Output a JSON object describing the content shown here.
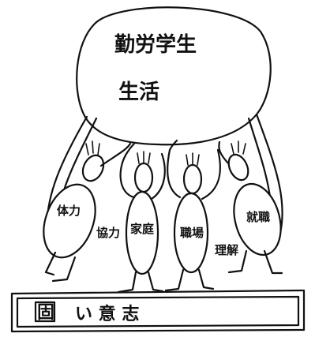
{
  "balloon": {
    "line1": "勤労学生",
    "line2": "生活"
  },
  "figures": [
    {
      "label": "体力"
    },
    {
      "label": "家庭"
    },
    {
      "label": "職場"
    },
    {
      "label": "就職"
    }
  ],
  "between": [
    {
      "label": "協力"
    },
    {
      "label": "理解"
    }
  ],
  "base": {
    "label_box": "固",
    "label_rest": "い 意 志"
  }
}
